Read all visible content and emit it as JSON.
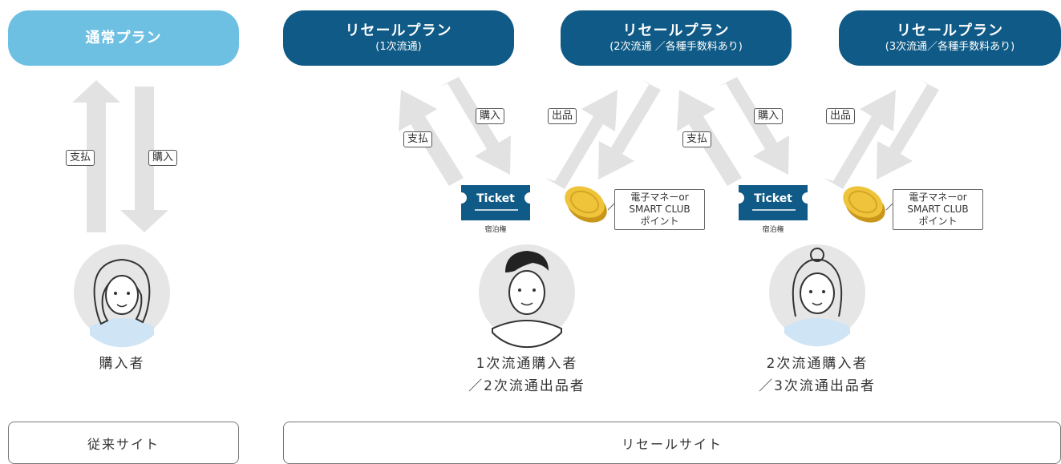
{
  "plans": {
    "normal": {
      "line1": "通常プラン"
    },
    "resale1": {
      "line1": "リセールプラン",
      "line2": "(1次流通)"
    },
    "resale2": {
      "line1": "リセールプラン",
      "line2": "(2次流通 ／各種手数料あり)"
    },
    "resale3": {
      "line1": "リセールプラン",
      "line2": "(3次流通／各種手数料あり)"
    }
  },
  "tags": {
    "pay": "支払",
    "buy": "購入",
    "list": "出品"
  },
  "tickets": {
    "label": "Ticket",
    "caption": "宿泊権"
  },
  "callout": {
    "line1": "電子マネーor",
    "line2": "SMART CLUB",
    "line3": "ポイント"
  },
  "persons": {
    "buyer": "購入者",
    "p1_line1": "1次流通購入者",
    "p1_line2": "／2次流通出品者",
    "p2_line1": "2次流通購入者",
    "p2_line2": "／3次流通出品者"
  },
  "sites": {
    "legacy": "従来サイト",
    "resale": "リセールサイト"
  },
  "colors": {
    "light_blue": "#6ec0e3",
    "dark_blue": "#0f5a86",
    "arrow_gray": "#e2e2e2",
    "coin_gold": "#e8b923",
    "avatar_bg": "#e6e6e6"
  }
}
